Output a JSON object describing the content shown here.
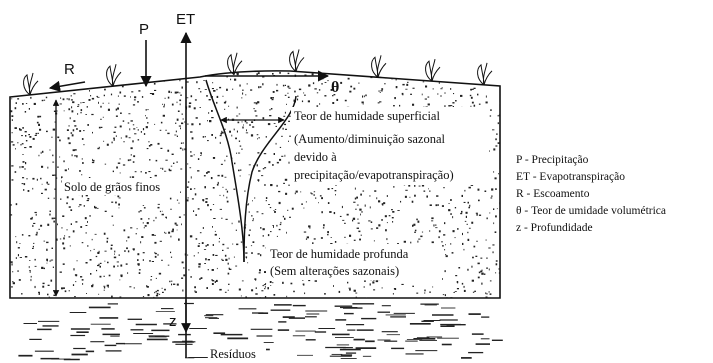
{
  "labels": {
    "precipitation_symbol": "P",
    "evapotranspiration_symbol": "ET",
    "runoff_symbol": "R",
    "theta_symbol": "θ",
    "depth_symbol": "z",
    "soil": "Solo de grãos finos",
    "residue": "Resíduos",
    "surface_moisture": {
      "title": "Teor de humidade superficial",
      "line1": "(Aumento/diminuição sazonal",
      "line2": "devido à",
      "line3": "precipitação/evapotranspiração)"
    },
    "deep_moisture": {
      "line1": "Teor de humidade profunda",
      "line2": "(Sem alterações sazonais)"
    }
  },
  "legend": [
    "P - Precipitação",
    "ET - Evapotranspiração",
    "R - Escoamento",
    "θ - Teor de umidade volumétrica",
    "z - Profundidade"
  ],
  "colors": {
    "ink": "#111111",
    "background": "#ffffff"
  },
  "icons": [
    "plant-icon",
    "arrow-icon"
  ]
}
